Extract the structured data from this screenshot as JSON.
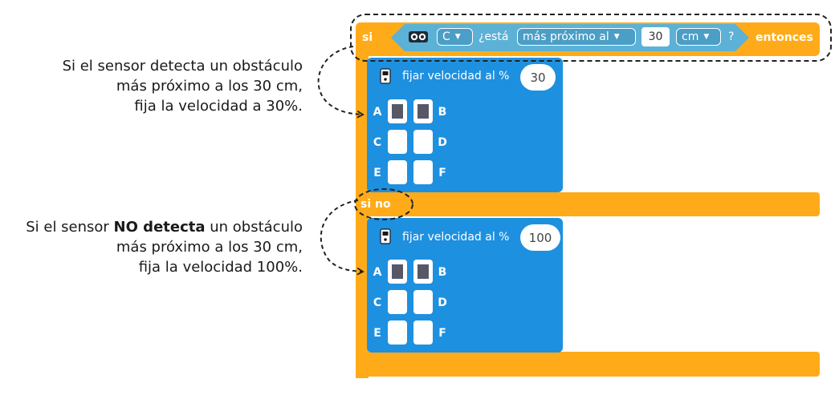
{
  "annotations": {
    "top": {
      "line1": "Si el sensor detecta un obstáculo",
      "line2": "más próximo a los 30 cm,",
      "line3": "fija la velocidad a 30%."
    },
    "bottom": {
      "line1_pre": "Si el sensor ",
      "line1_bold": "NO detecta",
      "line1_post": " un obstáculo",
      "line2": "más próximo a los 30 cm,",
      "line3": "fija la velocidad  100%."
    }
  },
  "if_block": {
    "keyword_if": "si",
    "keyword_then": "entonces",
    "keyword_else": "si no",
    "condition": {
      "sensor_icon": "distance-sensor-icon",
      "port": "C",
      "text_is": "¿está",
      "comparison": "más próximo al",
      "distance": "30",
      "unit": "cm",
      "question_mark": "?"
    }
  },
  "motor_blocks": [
    {
      "label": "fijar velocidad al %",
      "value": "30",
      "icon": "hub-icon",
      "ports": [
        {
          "letter": "A",
          "selected": true
        },
        {
          "letter": "B",
          "selected": true
        },
        {
          "letter": "C",
          "selected": false
        },
        {
          "letter": "D",
          "selected": false
        },
        {
          "letter": "E",
          "selected": false
        },
        {
          "letter": "F",
          "selected": false
        }
      ]
    },
    {
      "label": "fijar velocidad al %",
      "value": "100",
      "icon": "hub-icon",
      "ports": [
        {
          "letter": "A",
          "selected": true
        },
        {
          "letter": "B",
          "selected": true
        },
        {
          "letter": "C",
          "selected": false
        },
        {
          "letter": "D",
          "selected": false
        },
        {
          "letter": "E",
          "selected": false
        },
        {
          "letter": "F",
          "selected": false
        }
      ]
    }
  ],
  "colors": {
    "control_orange": "#ffab19",
    "sensor_blue": "#5cb1d6",
    "motor_blue": "#1e90e0",
    "port_selected": "#565866"
  }
}
